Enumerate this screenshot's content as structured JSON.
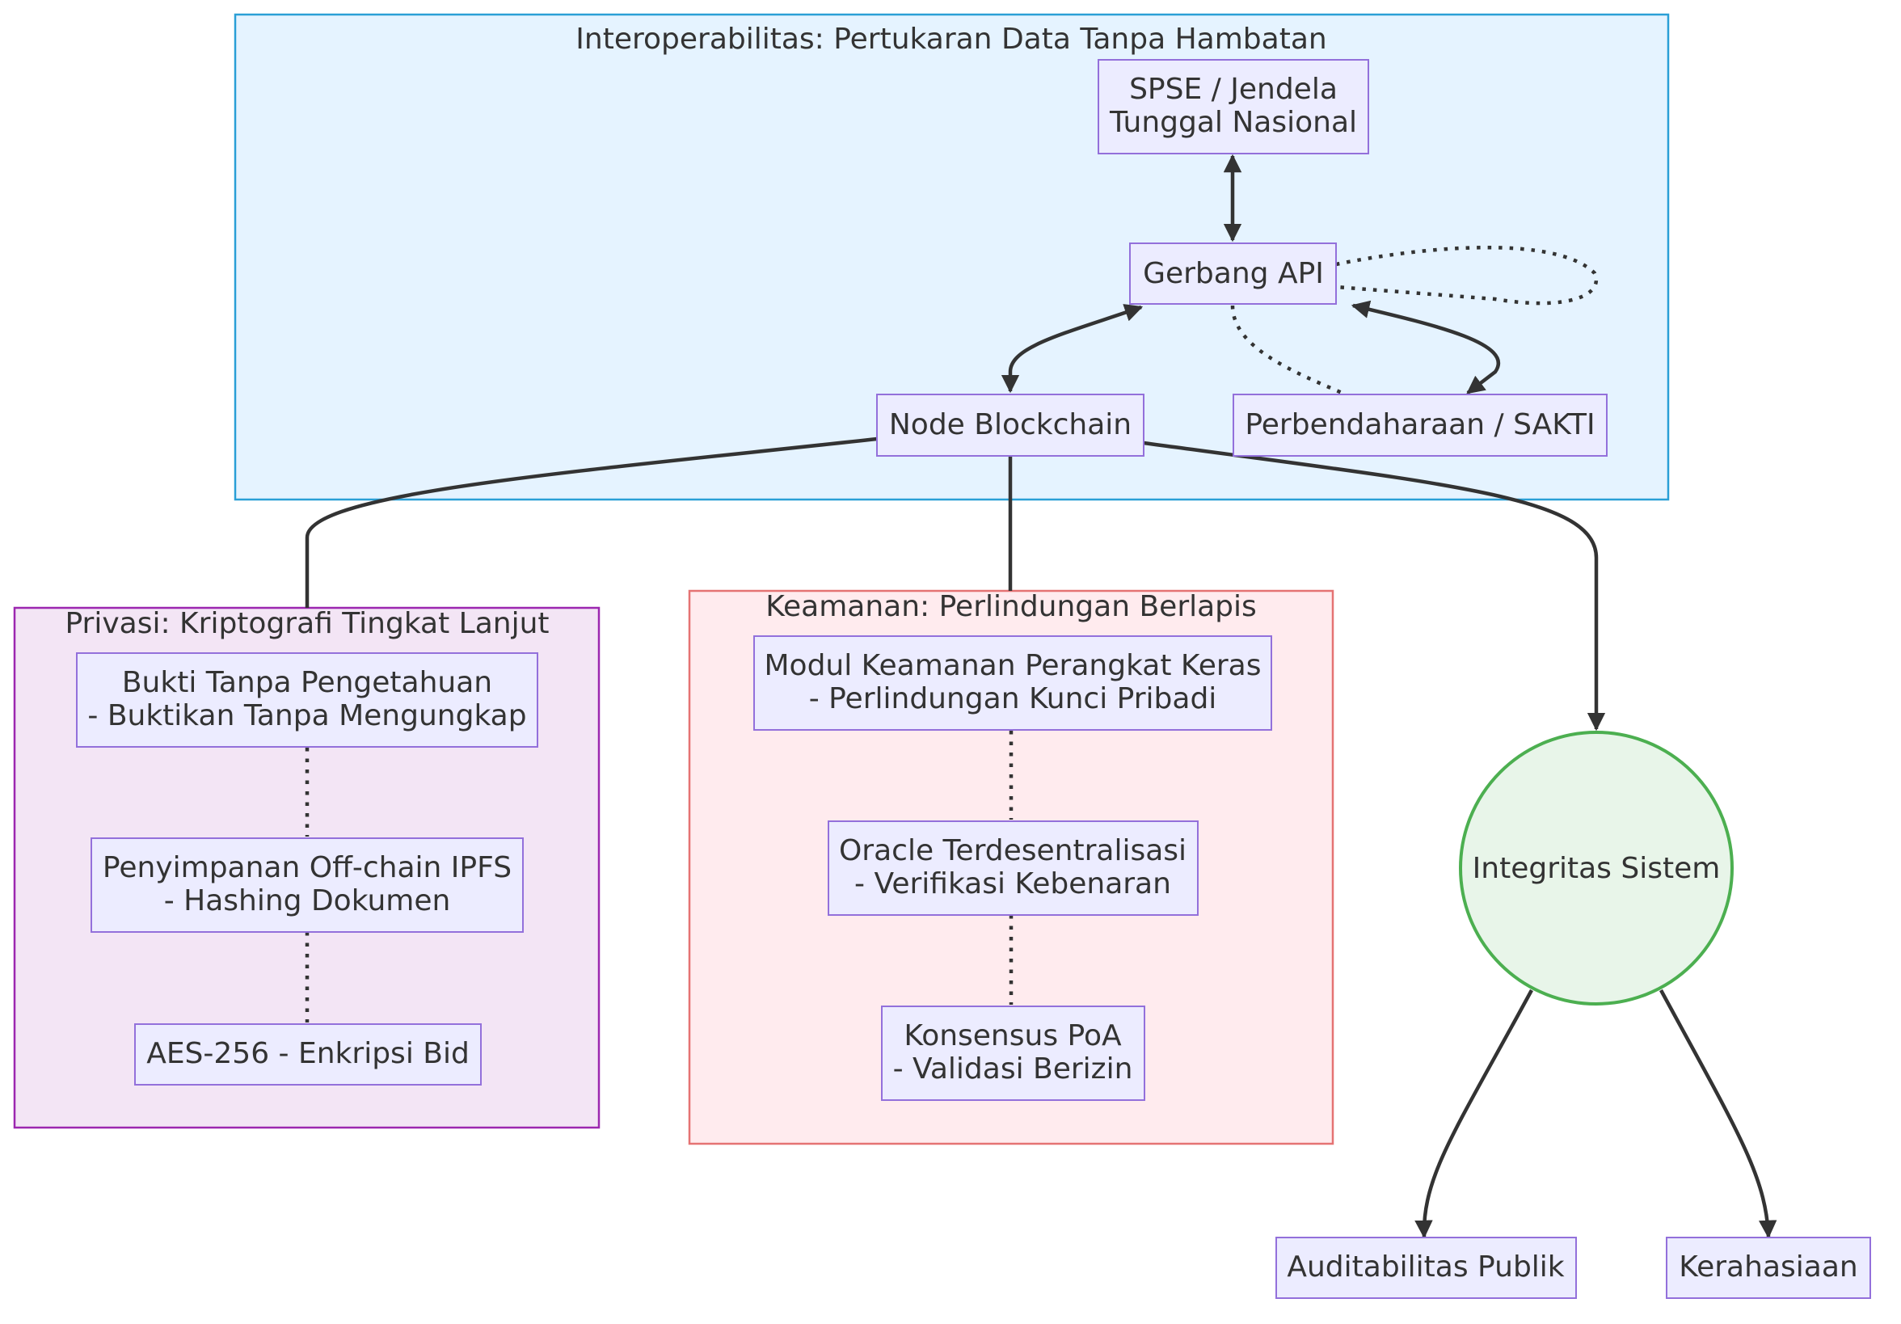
{
  "colors": {
    "node_fill": "#ECECFF",
    "node_stroke": "#9370DB",
    "edge": "#333333",
    "cluster_interop_fill": "#E5F3FF",
    "cluster_interop_stroke": "#2A9FD6",
    "cluster_privacy_fill": "#F3E5F5",
    "cluster_privacy_stroke": "#9C27B0",
    "cluster_security_fill": "#FFEBEE",
    "cluster_security_stroke": "#E57373",
    "integrity_fill": "#E8F5E9",
    "integrity_stroke": "#4CAF50"
  },
  "clusters": {
    "interop": "Interoperabilitas: Pertukaran Data Tanpa Hambatan",
    "privacy": "Privasi: Kriptografi Tingkat Lanjut",
    "security": "Keamanan: Perlindungan Berlapis"
  },
  "nodes": {
    "spse": [
      "SPSE / Jendela",
      "Tunggal Nasional"
    ],
    "gateway": "Gerbang API",
    "blockchain": "Node Blockchain",
    "treasury": "Perbendaharaan / SAKTI",
    "zkp": [
      "Bukti Tanpa Pengetahuan",
      "- Buktikan Tanpa Mengungkap"
    ],
    "ipfs": [
      "Penyimpanan Off-chain IPFS",
      "- Hashing Dokumen"
    ],
    "aes": "AES-256 - Enkripsi Bid",
    "hsm": [
      "Modul Keamanan Perangkat Keras",
      "- Perlindungan Kunci Pribadi"
    ],
    "oracle": [
      "Oracle Terdesentralisasi",
      "- Verifikasi Kebenaran"
    ],
    "poa": [
      "Konsensus PoA",
      "- Validasi Berizin"
    ],
    "integrity": "Integritas Sistem",
    "audit": "Auditabilitas Publik",
    "confidentiality": "Kerahasiaan"
  },
  "edges": [
    {
      "from": "spse",
      "to": "gateway",
      "style": "solid",
      "arrows": "both"
    },
    {
      "from": "gateway",
      "to": "blockchain",
      "style": "solid",
      "arrows": "both"
    },
    {
      "from": "gateway",
      "to": "treasury",
      "style": "solid",
      "arrows": "both"
    },
    {
      "from": "gateway",
      "to": "treasury",
      "style": "dotted",
      "arrows": "none"
    },
    {
      "from": "gateway",
      "to": "gateway",
      "style": "dotted",
      "arrows": "none"
    },
    {
      "from": "blockchain",
      "to": "privacy",
      "style": "solid",
      "arrows": "none"
    },
    {
      "from": "blockchain",
      "to": "security",
      "style": "solid",
      "arrows": "none"
    },
    {
      "from": "blockchain",
      "to": "integrity",
      "style": "solid",
      "arrows": "end"
    },
    {
      "from": "zkp",
      "to": "ipfs",
      "style": "dotted",
      "arrows": "none"
    },
    {
      "from": "ipfs",
      "to": "aes",
      "style": "dotted",
      "arrows": "none"
    },
    {
      "from": "hsm",
      "to": "oracle",
      "style": "dotted",
      "arrows": "none"
    },
    {
      "from": "oracle",
      "to": "poa",
      "style": "dotted",
      "arrows": "none"
    },
    {
      "from": "integrity",
      "to": "audit",
      "style": "solid",
      "arrows": "end"
    },
    {
      "from": "integrity",
      "to": "confidentiality",
      "style": "solid",
      "arrows": "end"
    }
  ]
}
